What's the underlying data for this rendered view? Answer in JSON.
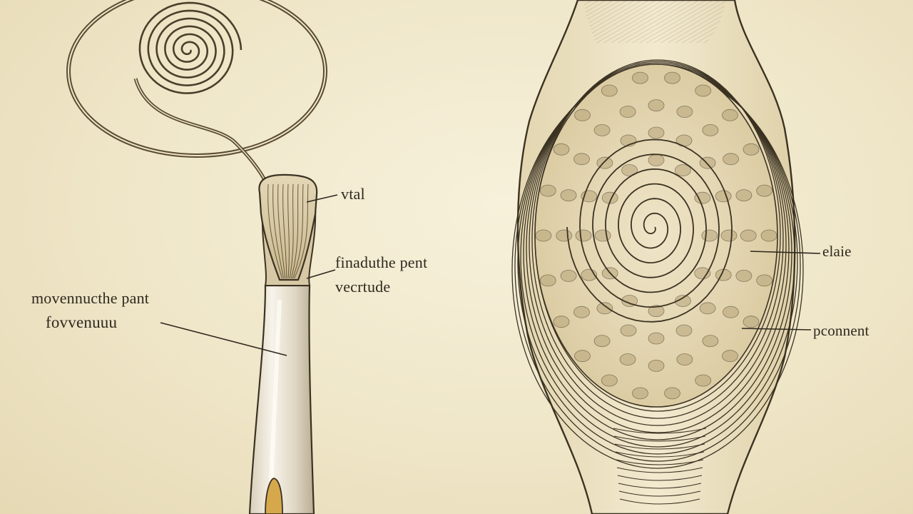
{
  "labels": {
    "vtal": "vtal",
    "center_1": "finaduthe pent",
    "center_2": "vecrtude",
    "left_1": "movennucthe pant",
    "left_2": "fovvenuuu",
    "right_1": "elaie",
    "right_2": "pconnent"
  },
  "colors": {
    "background": "#f1e9cf",
    "ink": "#3b3222",
    "shading": "#c9b78a"
  }
}
